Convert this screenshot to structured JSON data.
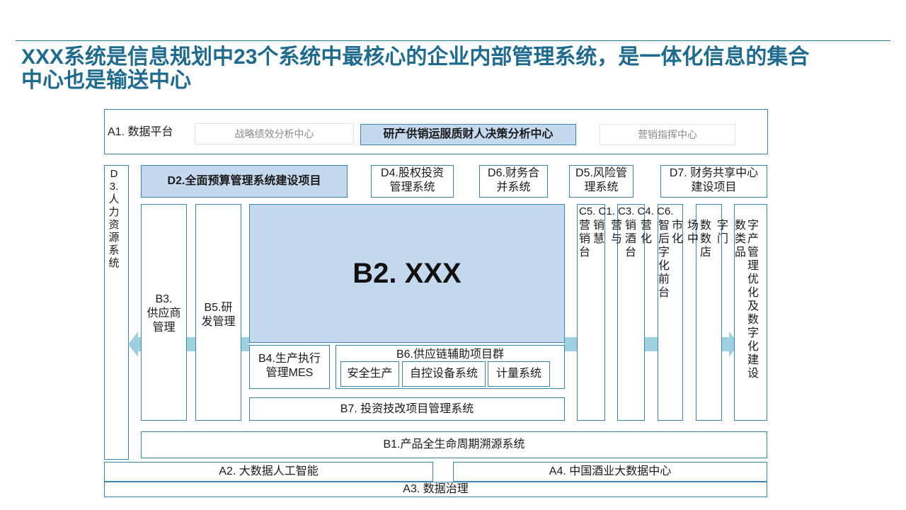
{
  "title": {
    "line1": "XXX系统是信息规划中23个系统中最核心的企业内部管理系统，是一体化信息的集合",
    "line2": "中心也是输送中心"
  },
  "a1": {
    "label": "A1. 数据平台",
    "strategy": "战略绩效分析中心",
    "decision": "研产供销运服质财人决策分析中心",
    "marketing": "营销指挥中心"
  },
  "d3": {
    "label": "D3.人力资源系统"
  },
  "d_row": {
    "d2": "D2.全面预算管理系统建设项目",
    "d4_line1": "D4.股权投资",
    "d4_line2": "管理系统",
    "d6_line1": "D6.财务合",
    "d6_line2": "并系统",
    "d5_line1": "D5.风险管",
    "d5_line2": "理系统",
    "d7_line1": "D7. 财务共享中心",
    "d7_line2": "建设项目"
  },
  "b_row": {
    "b3_line1": "B3.",
    "b3_line2": "供应商",
    "b3_line3": "管理",
    "b5_line1": "B5.研",
    "b5_line2": "发管理",
    "b2": "B2. XXX",
    "b4_line1": "B4.生产执行",
    "b4_line2": "管理MES",
    "b6_title": "B6.供应链辅助项目群",
    "b6_safety": "安全生产",
    "b6_control": "自控设备系统",
    "b6_meter": "计量系统",
    "b7": "B7. 投资技改项目管理系统",
    "b1": "B1.产品全生命周期溯源系统"
  },
  "c_row": {
    "header": "C5. C1. C3. C4. C6.",
    "col1": "营销台",
    "col2": "销慧",
    "col3": "营与",
    "col4": "销酒台",
    "col5": "营化",
    "col6": "智后字化前台",
    "col7": "市化",
    "col8": "场中",
    "col9": "数数店",
    "col10": "字门",
    "col11": "数类品",
    "col12": "字产管理优化及数字化建设"
  },
  "a_row": {
    "a2": "A2. 大数据人工智能",
    "a4": "A4. 中国酒业大数据中心",
    "a3": "A3. 数据治理"
  },
  "colors": {
    "title": "#1f6b8e",
    "border": "#3a86ad",
    "highlight": "#c5d9ee",
    "arrow": "#9fd0e0"
  }
}
